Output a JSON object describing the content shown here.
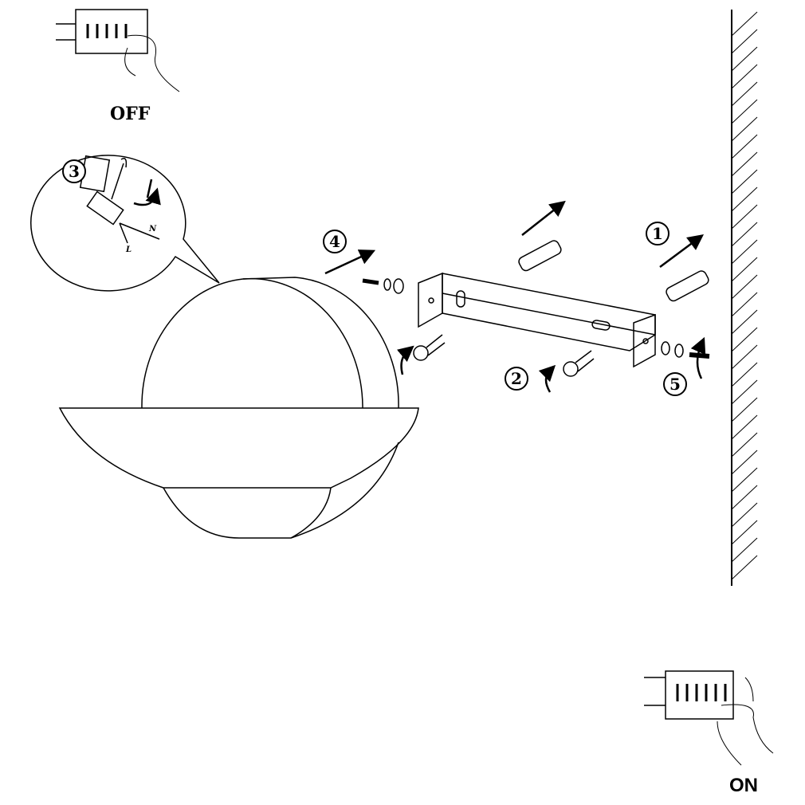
{
  "switch_off": {
    "label": "OFF"
  },
  "switch_on": {
    "label": "ON"
  },
  "steps": [
    "1",
    "2",
    "3",
    "4",
    "5"
  ],
  "wires": {
    "neutral": "N",
    "live": "L"
  },
  "colors": {
    "line": "#000000",
    "background": "#ffffff"
  }
}
